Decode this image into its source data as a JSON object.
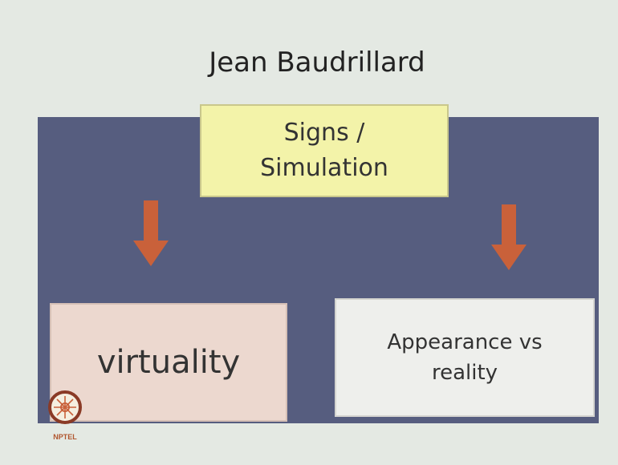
{
  "slide": {
    "title": "Jean Baudrillard",
    "top_box": {
      "line1": "Signs /",
      "line2": "Simulation"
    },
    "left_box": {
      "label": "virtuality"
    },
    "right_box": {
      "line1": "Appearance vs",
      "line2": "reality"
    },
    "logo_text": "NPTEL"
  },
  "colors": {
    "background": "#e4e9e3",
    "panel": "#565d7f",
    "top_box": "#f3f3a9",
    "left_box": "#ecd8cf",
    "right_box": "#eeefec",
    "arrow": "#c9613a"
  }
}
